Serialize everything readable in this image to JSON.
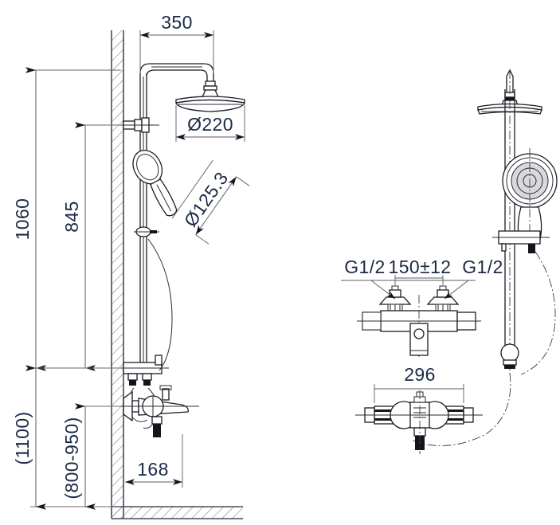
{
  "drawing": {
    "title": "Shower column with bath mixer - installation dimensions",
    "units": "mm",
    "background_color": "#ffffff",
    "line_color": "#1c1c24",
    "dimension_text_color": "#1b2a45",
    "dimension_line_color": "#5b5b66"
  },
  "views": {
    "left": {
      "name": "side-elevation-view",
      "description": "Side elevation of shower column mounted on wall with bath mixer"
    },
    "right_top": {
      "name": "front-elevation-view",
      "description": "Front elevation of shower column with overhead and hand shower"
    },
    "right_mixer_front": {
      "name": "mixer-front-view",
      "description": "Front view of thermostatic bath mixer with G1/2 connections"
    },
    "right_mixer_top": {
      "name": "mixer-top-view",
      "description": "Top view of thermostatic bath mixer"
    }
  },
  "dimensions": {
    "arm_projection": "350",
    "overall_height": "1060",
    "rail_bracket_height": "845",
    "spout_height_nominal": "(1100)",
    "spout_height_range": "(800-950)",
    "spout_projection": "168",
    "head_shower_diameter": "Ø220",
    "hand_shower_diameter": "Ø125.3",
    "inlet_left": "G1/2",
    "inlet_spacing": "150±12",
    "inlet_right": "G1/2",
    "mixer_width": "296"
  }
}
